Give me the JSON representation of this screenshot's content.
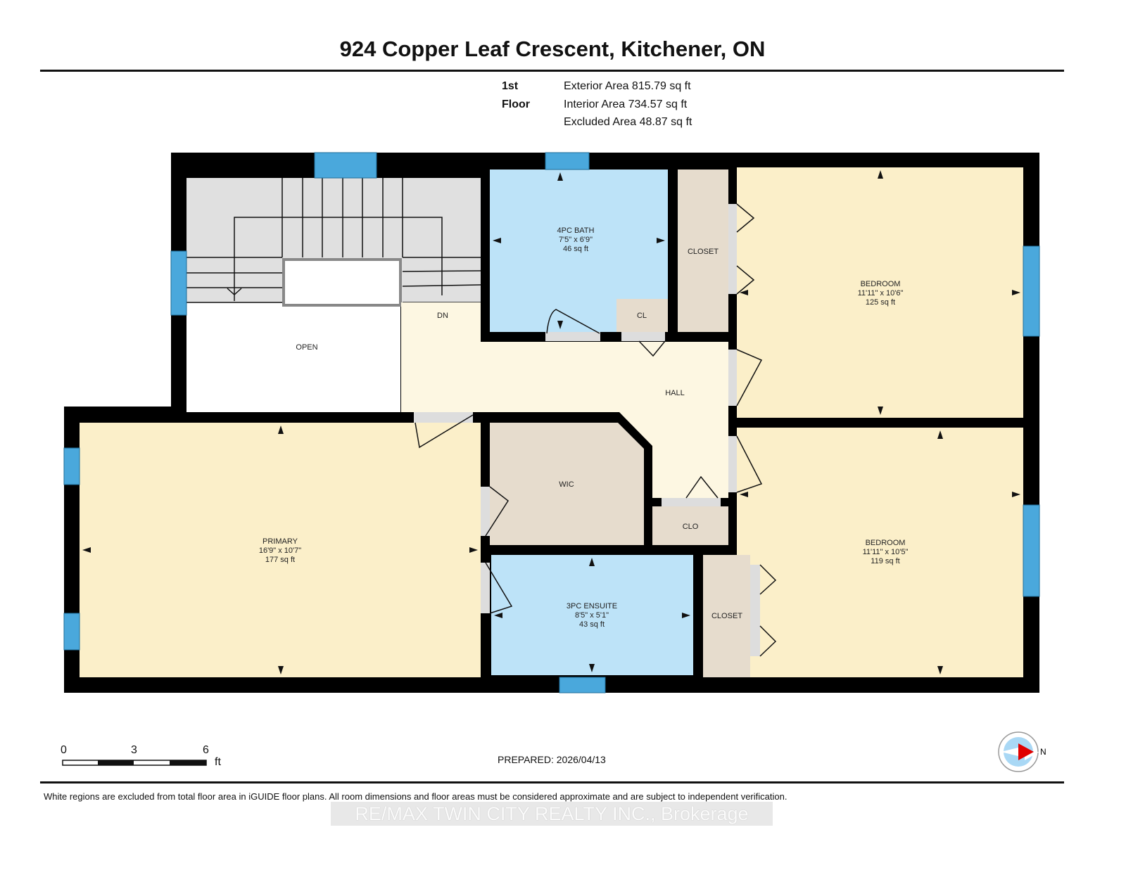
{
  "title": "924 Copper Leaf Crescent, Kitchener, ON",
  "floor": {
    "name": "1st Floor",
    "areas": [
      "Exterior Area 815.79 sq ft",
      "Interior Area 734.57 sq ft",
      "Excluded Area 48.87 sq ft"
    ]
  },
  "rooms": {
    "bath4": {
      "name": "4PC BATH",
      "dims": "7'5\" x 6'9\"",
      "area": "46 sq ft"
    },
    "bed1": {
      "name": "BEDROOM",
      "dims": "11'11\" x 10'6\"",
      "area": "125 sq ft"
    },
    "bed2": {
      "name": "BEDROOM",
      "dims": "11'11\" x 10'5\"",
      "area": "119 sq ft"
    },
    "primary": {
      "name": "PRIMARY",
      "dims": "16'9\" x 10'7\"",
      "area": "177 sq ft"
    },
    "ensuite": {
      "name": "3PC ENSUITE",
      "dims": "8'5\" x 5'1\"",
      "area": "43 sq ft"
    },
    "closet_top": {
      "name": "CLOSET"
    },
    "closet_bottom": {
      "name": "CLOSET"
    },
    "cl": {
      "name": "CL"
    },
    "clo": {
      "name": "CLO"
    },
    "wic": {
      "name": "WIC"
    },
    "hall": {
      "name": "HALL"
    },
    "open": {
      "name": "OPEN"
    },
    "dn": {
      "name": "DN"
    }
  },
  "colors": {
    "wall": "#000000",
    "window": "#4aa8dc",
    "bath": "#bde3f8",
    "bedroom": "#fbefc9",
    "hall": "#fdf7e2",
    "closet": "#e6dccd",
    "stairs": "#e0e0e0"
  },
  "scale": {
    "ticks": [
      "0",
      "3",
      "6"
    ],
    "unit": "ft"
  },
  "compass": {
    "label": "N",
    "icon": "compass-north-icon"
  },
  "prepared": "PREPARED: 2026/04/13",
  "disclaimer": "White regions are excluded from total floor area in iGUIDE floor plans. All room dimensions and floor areas must be considered approximate and are subject to independent verification.",
  "watermark": "RE/MAX TWIN CITY REALTY INC., Brokerage"
}
